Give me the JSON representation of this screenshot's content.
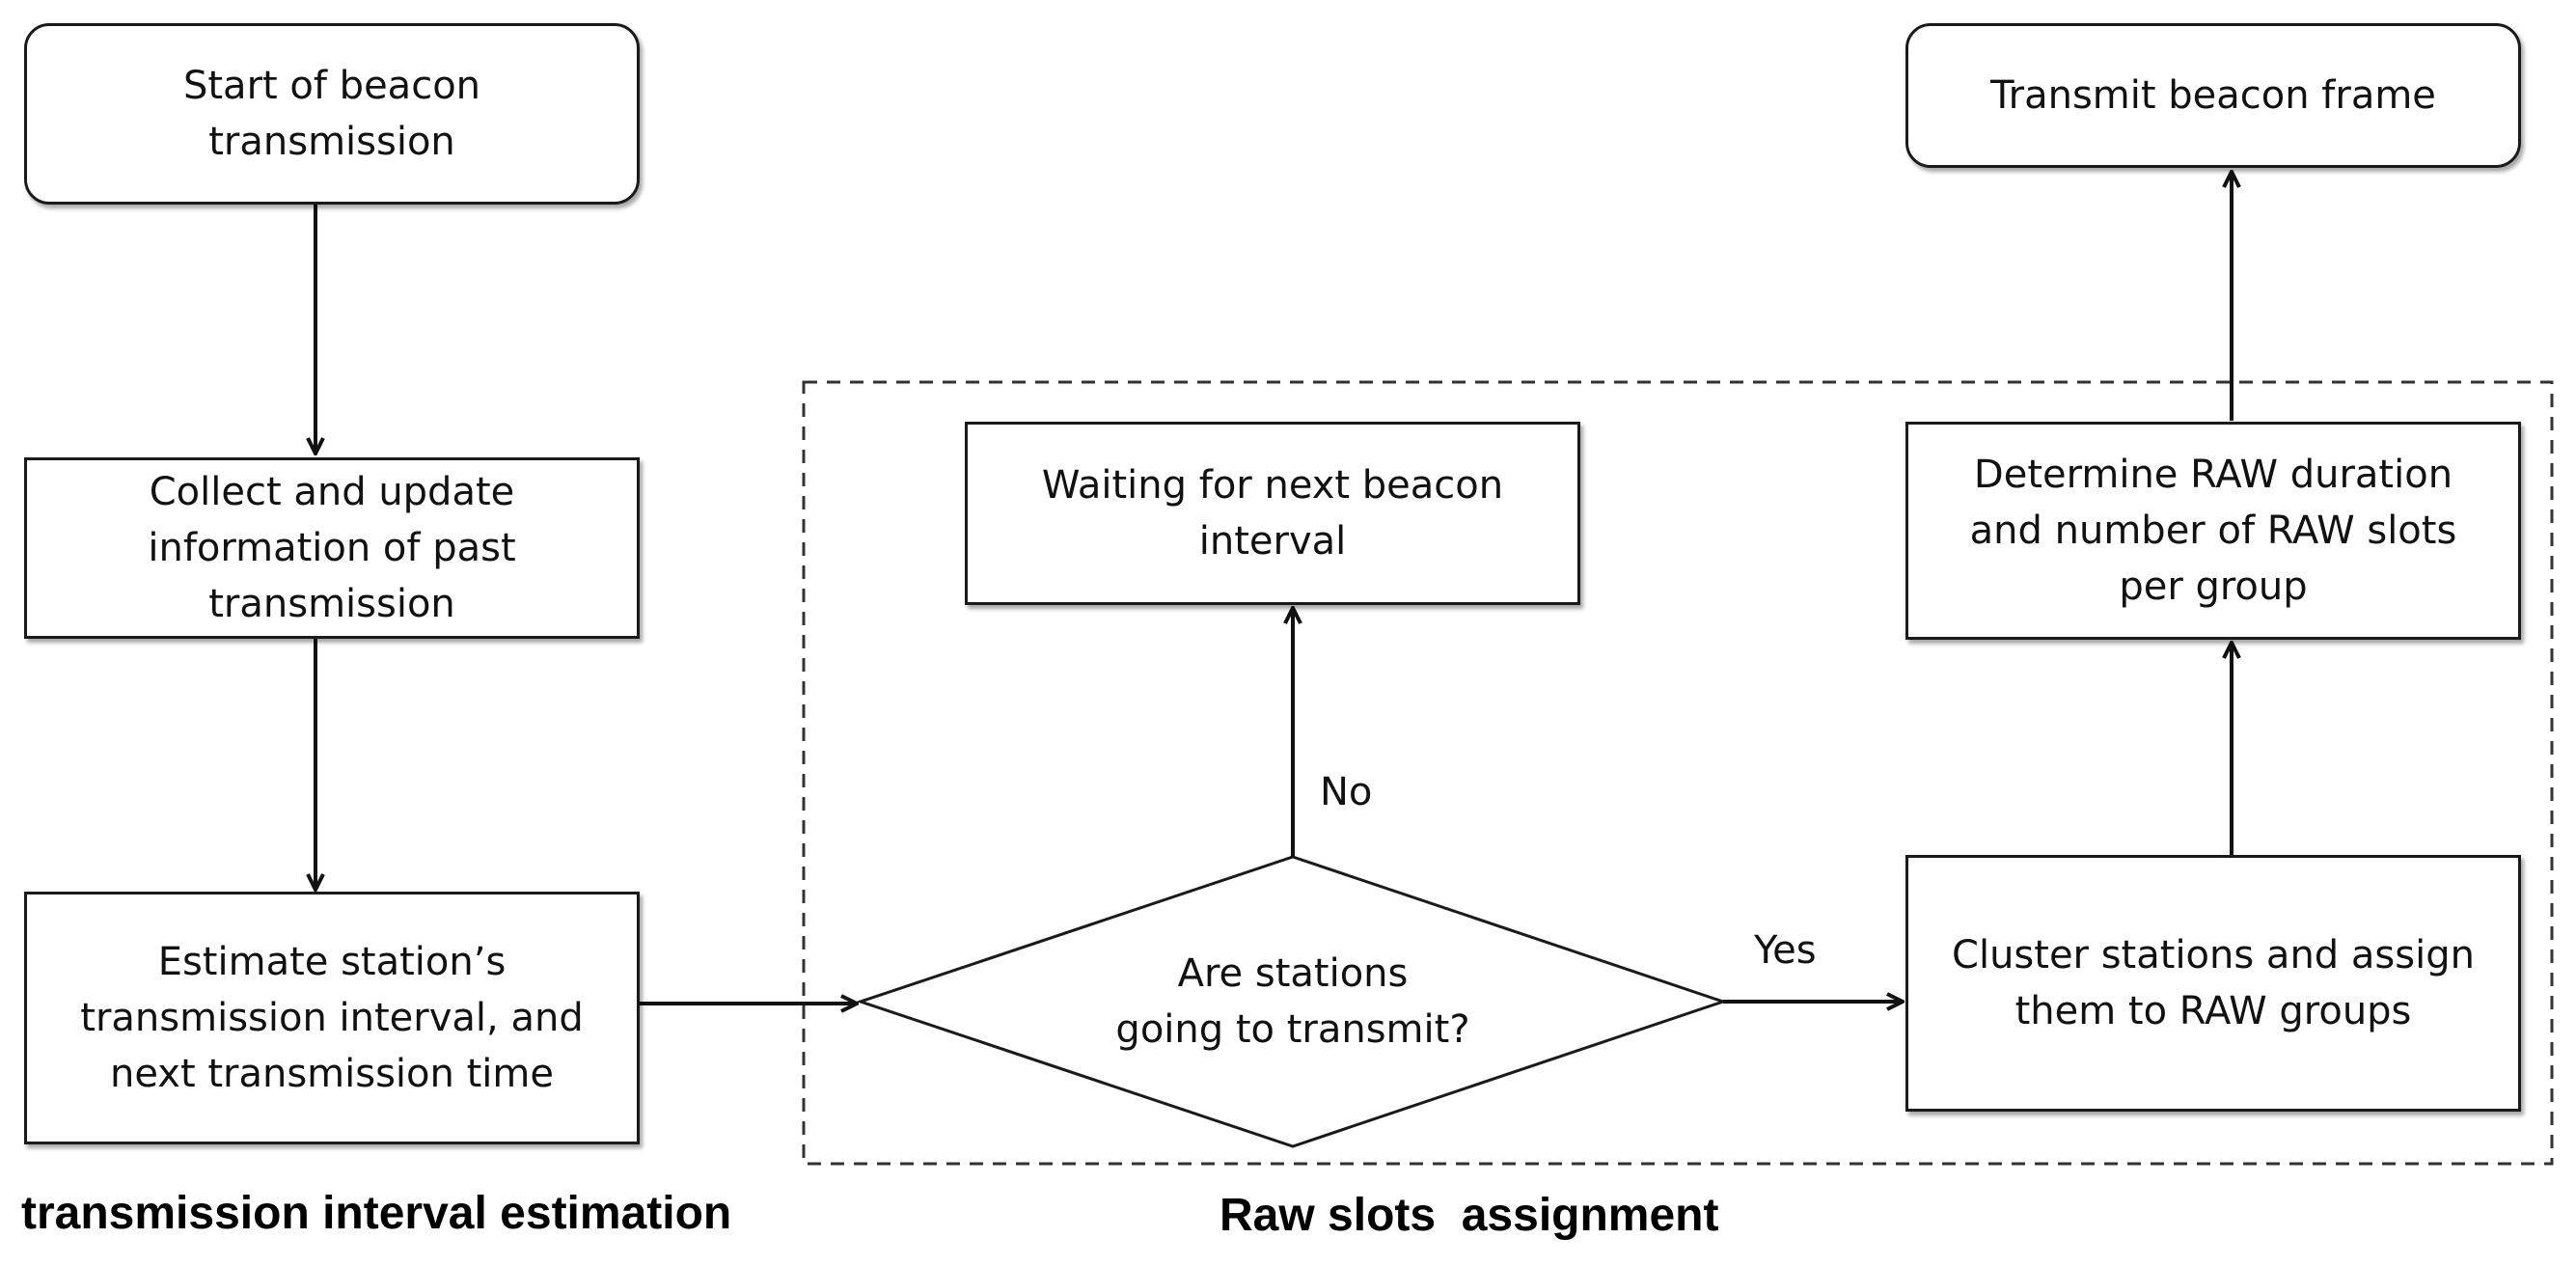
{
  "nodes": {
    "start": "Start of beacon\ntransmission",
    "collect": "Collect and update\ninformation of past\ntransmission",
    "estimate": "Estimate station’s\ntransmission interval, and\nnext transmission time",
    "decision": "Are stations\ngoing to transmit?",
    "waiting": "Waiting for next beacon\ninterval",
    "cluster": "Cluster stations and assign\nthem to RAW groups",
    "determine": "Determine RAW duration\nand number of RAW slots\nper group",
    "transmit": "Transmit beacon frame"
  },
  "edges": {
    "no_label": "No",
    "yes_label": "Yes"
  },
  "sections": {
    "estimation_title": "transmission interval estimation",
    "raw_title": "Raw slots  assignment"
  }
}
